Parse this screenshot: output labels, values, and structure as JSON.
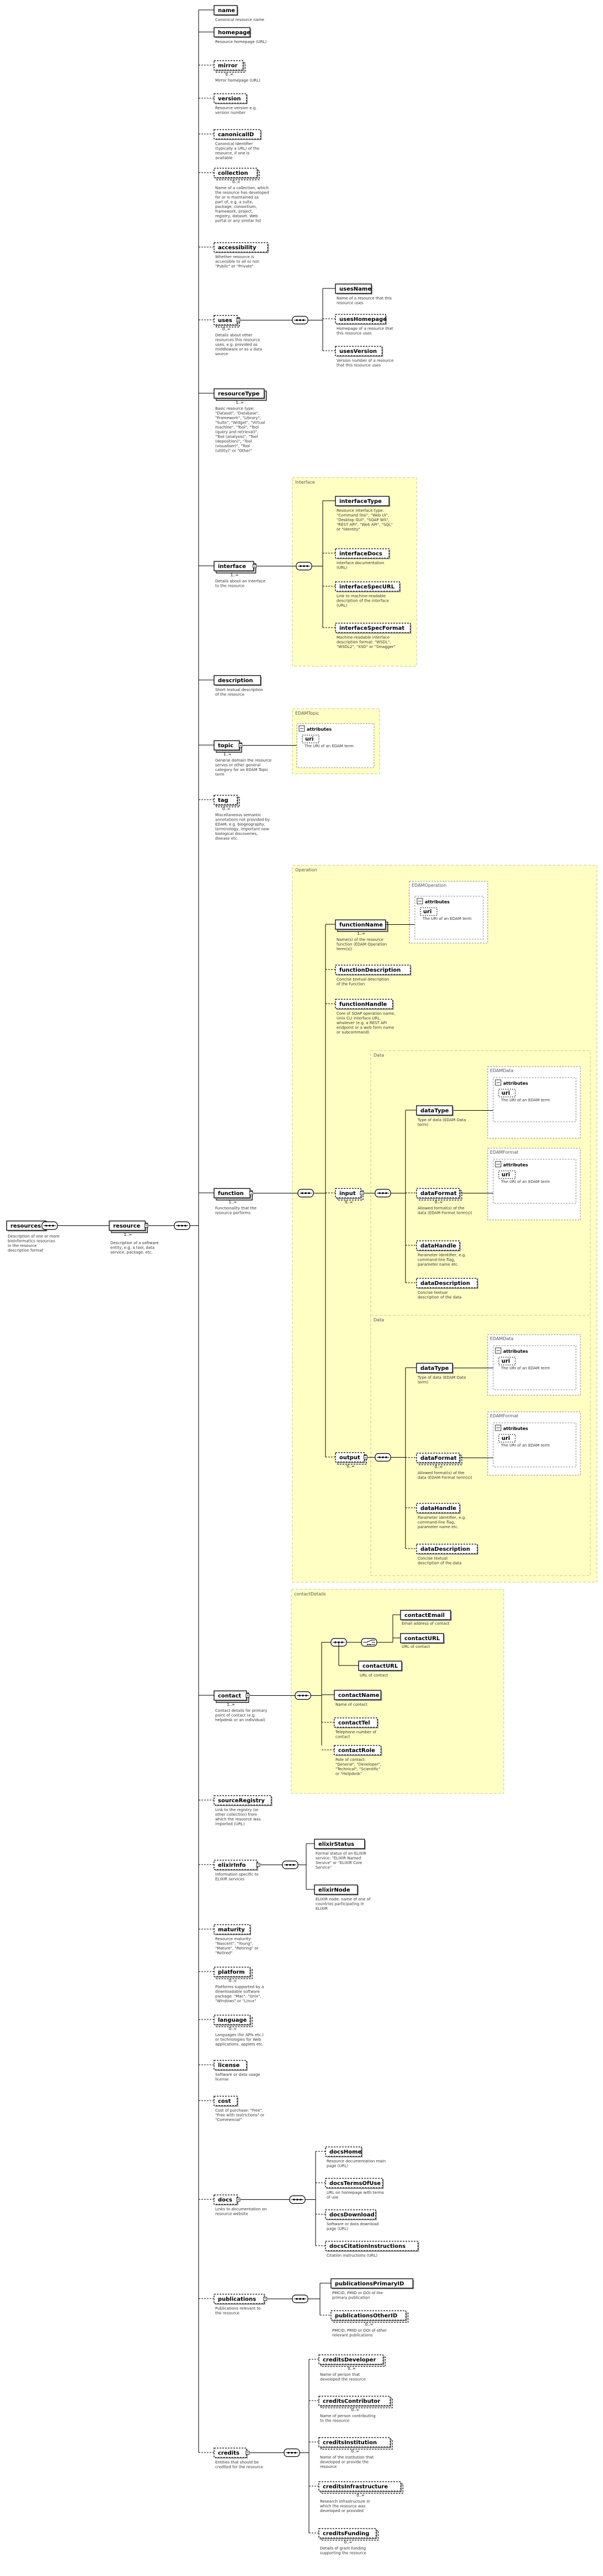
{
  "root": {
    "label": "resources",
    "doc": "Description of one or more bioinformatics resources in the resource description format"
  },
  "resource": {
    "label": "resource",
    "card": "1..∞",
    "doc": "Description of a software entity, e.g. a tool, data service, package, etc."
  },
  "elements": [
    {
      "key": "name",
      "label": "name",
      "optional": false,
      "card": "",
      "doc": "Canonical resource name"
    },
    {
      "key": "homepage",
      "label": "homepage",
      "optional": false,
      "card": "",
      "doc": "Resource homepage (URL)"
    },
    {
      "key": "mirror",
      "label": "mirror",
      "optional": true,
      "card": "0..∞",
      "doc": "Mirror homepage (URL)"
    },
    {
      "key": "version",
      "label": "version",
      "optional": true,
      "card": "",
      "doc": "Resource version e.g. version number"
    },
    {
      "key": "canonicalID",
      "label": "canonicalID",
      "optional": true,
      "card": "",
      "doc": "Canonical Identifier (typically a URL) of the resource, if one is available"
    },
    {
      "key": "collection",
      "label": "collection",
      "optional": true,
      "card": "0..∞",
      "doc": "Name of a collection, which the resource has developed for or is maintained as part of, e.g. a suite, package, consortium, framework, project, registry, dataset. Web portal or any similar list"
    },
    {
      "key": "accessibility",
      "label": "accessibility",
      "optional": true,
      "card": "",
      "doc": "Whether resource is accessible to all or not: \"Public\" or \"Private\""
    },
    {
      "key": "uses",
      "label": "uses",
      "optional": true,
      "card": "0..∞",
      "doc": "Details about other resources this resource uses, e.g. provided as middleware or as a data source"
    },
    {
      "key": "resourceType",
      "label": "resourceType",
      "optional": false,
      "card": "1..∞",
      "doc": "Basic resource type: \"Dataset\", \"Database\", \"Framework\", \"Library\", \"Suite\", \"Widget\", \"Virtual machine\", \"Tool\", \"Tool (query and retrieval)\", \"Tool (analysis)\", \"Tool (deposition)\", \"Tool (visualiser)\", \"Tool (utility)\" or \"Other\""
    },
    {
      "key": "interface",
      "label": "interface",
      "optional": false,
      "card": "1..∞",
      "doc": "Details about an interface to the resource"
    },
    {
      "key": "description",
      "label": "description",
      "optional": false,
      "card": "",
      "doc": "Short textual description of the resource"
    },
    {
      "key": "topic",
      "label": "topic",
      "optional": false,
      "card": "1..∞",
      "doc": "General domain the resource serves or other general category for an EDAM Topic term"
    },
    {
      "key": "tag",
      "label": "tag",
      "optional": true,
      "card": "0..∞",
      "doc": "Miscellaneous semantic annotations not provided by EDAM, e.g. biogeography, terminology, important new biological discoveries, disease etc."
    },
    {
      "key": "function",
      "label": "function",
      "optional": false,
      "card": "1..∞",
      "doc": "Functionality that the resource performs"
    },
    {
      "key": "contact",
      "label": "contact",
      "optional": false,
      "card": "1..∞",
      "doc": "Contact details for primary point of contact (e.g. helpdesk or an individual)"
    },
    {
      "key": "sourceRegistry",
      "label": "sourceRegistry",
      "optional": true,
      "card": "",
      "doc": "Link to the registry (or other collection) from which the resource was imported (URL)"
    },
    {
      "key": "elixirInfo",
      "label": "elixirInfo",
      "optional": true,
      "card": "",
      "doc": "Information specific to ELIXIR services"
    },
    {
      "key": "maturity",
      "label": "maturity",
      "optional": true,
      "card": "",
      "doc": "Resource maturity: \"Nascent\", \"Young\", \"Mature\", \"Retiring\" or \"Retired\""
    },
    {
      "key": "platform",
      "label": "platform",
      "optional": true,
      "card": "0..∞",
      "doc": "Platforms supported by a downloadable software package: \"Mac\", \"Unix\", \"Windows\" or \"Linux\""
    },
    {
      "key": "language",
      "label": "language",
      "optional": true,
      "card": "0..∞",
      "doc": "Languages (for APIs etc.) or technologies for Web applications, applets etc."
    },
    {
      "key": "license",
      "label": "license",
      "optional": true,
      "card": "",
      "doc": "Software or data usage license"
    },
    {
      "key": "cost",
      "label": "cost",
      "optional": true,
      "card": "",
      "doc": "Cost of purchase: \"Free\", \"Free with restrictions\" or \"Commercial\""
    },
    {
      "key": "docs",
      "label": "docs",
      "optional": true,
      "card": "",
      "doc": "Links to documentation on resource website"
    },
    {
      "key": "publications",
      "label": "publications",
      "optional": true,
      "card": "",
      "doc": "Publications relevant to the resource"
    },
    {
      "key": "credits",
      "label": "credits",
      "optional": true,
      "card": "",
      "doc": "Entities that should be credited for the resource"
    }
  ],
  "uses_children": [
    {
      "label": "usesName",
      "optional": false,
      "doc": "Name of a resource that this resource uses"
    },
    {
      "label": "usesHomepage",
      "optional": true,
      "doc": "Homepage of a resource that this resource uses"
    },
    {
      "label": "usesVersion",
      "optional": true,
      "doc": "Version number of a resource that this resource uses"
    }
  ],
  "interface_group": {
    "title": "Interface",
    "children": [
      {
        "label": "interfaceType",
        "optional": false,
        "doc": "Resource interface type: \"Command line\", \"Web UI\", \"Desktop GUI\", \"SOAP WS\", \"REST API\", \"Web API\", \"SQL\" or \"Identity\""
      },
      {
        "label": "interfaceDocs",
        "optional": true,
        "doc": "Interface documentation (URL)"
      },
      {
        "label": "interfaceSpecURL",
        "optional": true,
        "doc": "Link to machine-readable description of the interface (URL)"
      },
      {
        "label": "interfaceSpecFormat",
        "optional": true,
        "doc": "Machine-readable interface description format: \"WSDL\", \"WSDL2\", \"XSD\" or \"Smagger\""
      }
    ]
  },
  "topic_group": {
    "title": "EDAMTopic",
    "attributes": "attributes",
    "attr": "uri",
    "attr_doc": "The URI of an EDAM term"
  },
  "operation_group": {
    "title": "Operation",
    "functionName": {
      "label": "functionName",
      "card": "1..∞",
      "doc": "Name(s) of the resource function (EDAM Operation term(s))"
    },
    "edam_operation_title": "EDAMOperation",
    "functionDescription": {
      "label": "functionDescription",
      "doc": "Concise textual description of the function"
    },
    "functionHandle": {
      "label": "functionHandle",
      "doc": "Core of SOAP operation name, Unix CLI interface URL, whatever (e.g. a REST API endpoint or a web form name or subcommand)"
    },
    "input": {
      "label": "input",
      "card": "0..∞"
    },
    "output": {
      "label": "output",
      "card": "0..∞"
    }
  },
  "data_group": {
    "title": "Data",
    "dataType": {
      "label": "dataType",
      "doc": "Type of data (EDAM Data term)"
    },
    "edam_data_title": "EDAMData",
    "dataFormat": {
      "label": "dataFormat",
      "card": "0..∞",
      "doc": "Allowed format(s) of the data (EDAM Format term(s))"
    },
    "edam_format_title": "EDAMFormat",
    "dataHandle": {
      "label": "dataHandle",
      "doc": "Parameter identifier, e.g. command-line flag, parameter name etc."
    },
    "dataDescription": {
      "label": "dataDescription",
      "doc": "Concise textual description of the data"
    }
  },
  "contact_group": {
    "title": "contactDetails",
    "contactEmail": {
      "label": "contactEmail",
      "doc": "Email address of contact"
    },
    "contactURL": {
      "label": "contactURL",
      "doc": "URL of contact"
    },
    "contactURL2": {
      "label": "contactURL",
      "doc": "URL of contact"
    },
    "contactName": {
      "label": "contactName",
      "doc": "Name of contact"
    },
    "contactTel": {
      "label": "contactTel",
      "doc": "Telephone number of contact"
    },
    "contactRole": {
      "label": "contactRole",
      "doc": "Role of contact: \"General\", \"Developer\", \"Technical\", \"Scientific\" or \"Helpdesk\""
    }
  },
  "elixir_children": [
    {
      "label": "elixirStatus",
      "optional": false,
      "doc": "Formal status of an ELIXIR service: \"ELIXIR Named Service\" or \"ELIXIR Core Service\""
    },
    {
      "label": "elixirNode",
      "optional": false,
      "doc": "ELIXIR node: name of one of countries participating in ELIXIR"
    }
  ],
  "docs_children": [
    {
      "label": "docsHome",
      "optional": false,
      "doc": "Resource documentation main page (URL)"
    },
    {
      "label": "docsTermsOfUse",
      "optional": false,
      "doc": "URL on homepage with terms of use"
    },
    {
      "label": "docsDownload",
      "optional": false,
      "doc": "Software or data download page (URL)"
    },
    {
      "label": "docsCitationInstructions",
      "optional": false,
      "doc": "Citation instructions (URL)"
    }
  ],
  "pub_children": [
    {
      "label": "publicationsPrimaryID",
      "optional": false,
      "doc": "PMCID, PMID or DOI of the primary publication"
    },
    {
      "label": "publicationsOtherID",
      "optional": true,
      "card": "0..∞",
      "doc": "PMCID, PMID or DOI of other relevant publications"
    }
  ],
  "credits_children": [
    {
      "label": "creditsDeveloper",
      "optional": true,
      "card": "0..∞",
      "doc": "Name of person that developed the resource"
    },
    {
      "label": "creditsContributor",
      "optional": true,
      "card": "0..∞",
      "doc": "Name of person contributing to the resource"
    },
    {
      "label": "creditsInstitution",
      "optional": true,
      "card": "0..∞",
      "doc": "Name of the institution that developed or provide the resource"
    },
    {
      "label": "creditsInfrastructure",
      "optional": true,
      "card": "0..∞",
      "doc": "Research infrastructure in which the resource was developed or provided"
    },
    {
      "label": "creditsFunding",
      "optional": true,
      "card": "0..∞",
      "doc": "Details of grant funding supporting the resource"
    }
  ],
  "labels": {
    "attributes": "attributes",
    "uri": "uri",
    "uri_doc": "The URI of an EDAM term"
  }
}
